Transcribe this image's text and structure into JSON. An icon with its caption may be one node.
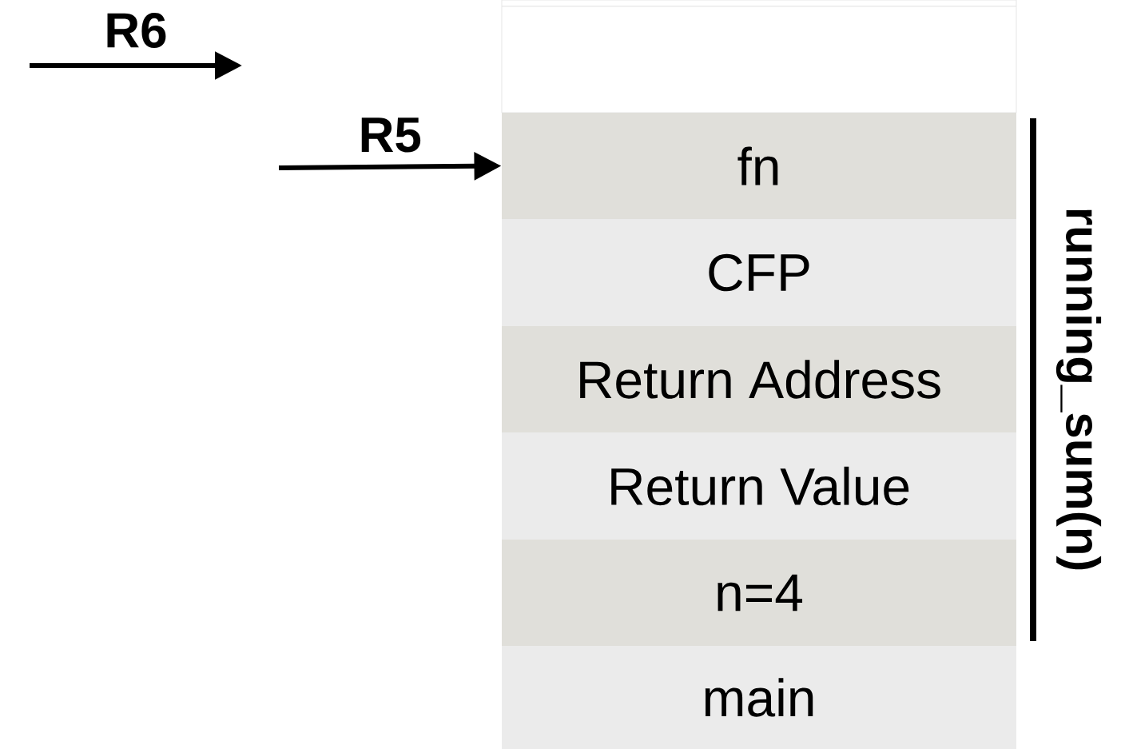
{
  "diagram": {
    "nodes": [
      {
        "text": [],
        "shape": "box"
      },
      {
        "text": [],
        "shape": "box"
      },
      {
        "text": [
          "fn"
        ]
      },
      {
        "text": [
          "CFP"
        ]
      },
      {
        "text": [
          "Return Address"
        ]
      },
      {
        "text": [
          "Return Value"
        ]
      },
      {
        "text": [
          "n=4"
        ]
      },
      {
        "text": [
          "main"
        ]
      }
    ],
    "edges": [
      {
        "from": null,
        "to": 2,
        "arrow": "to",
        "label": "R5"
      }
    ],
    "labels": [
      "R6",
      "running_sum(n)"
    ]
  }
}
